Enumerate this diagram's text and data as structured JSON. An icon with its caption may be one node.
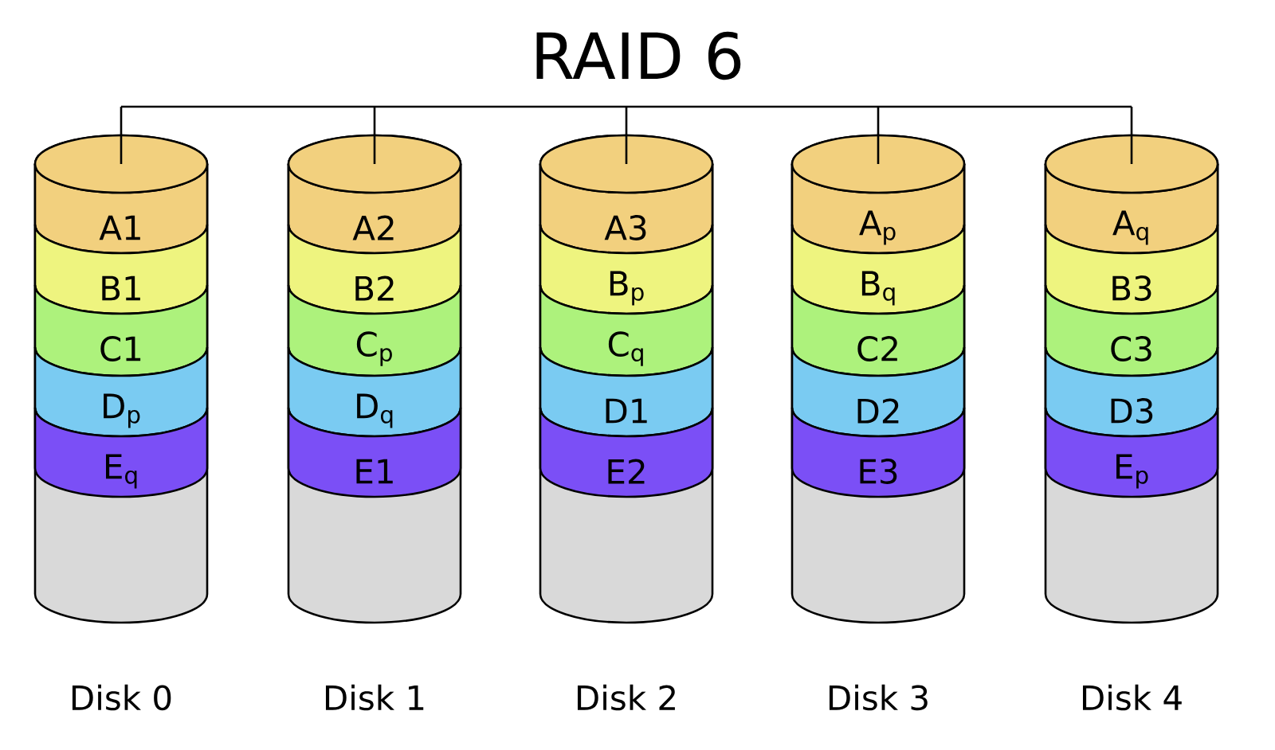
{
  "diagram": {
    "title": "RAID 6",
    "nodes": [
      {
        "text": [],
        "shape": "cylinder",
        "beside": [
          "Disk 0"
        ]
      },
      {
        "text": [
          "A1"
        ],
        "in": 0
      },
      {
        "text": [
          "B1"
        ],
        "in": 0
      },
      {
        "text": [
          "C1"
        ],
        "in": 0
      },
      {
        "text": [
          "D$_{p}$"
        ],
        "in": 0
      },
      {
        "text": [
          "E$_{q}$"
        ],
        "in": 0
      },
      {
        "text": [],
        "shape": "cylinder",
        "beside": [
          "Disk 1"
        ]
      },
      {
        "text": [
          "A2"
        ],
        "in": 6
      },
      {
        "text": [
          "B2"
        ],
        "in": 6
      },
      {
        "text": [
          "C$_{p}$"
        ],
        "in": 6
      },
      {
        "text": [
          "D$_{q}$"
        ],
        "in": 6
      },
      {
        "text": [
          "E1"
        ],
        "in": 6
      },
      {
        "text": [],
        "shape": "cylinder",
        "beside": [
          "Disk 2"
        ]
      },
      {
        "text": [
          "A3"
        ],
        "in": 12
      },
      {
        "text": [
          "B$_{p}$"
        ],
        "in": 12
      },
      {
        "text": [
          "C$_{q}$"
        ],
        "in": 12
      },
      {
        "text": [
          "D1"
        ],
        "in": 12
      },
      {
        "text": [
          "E2"
        ],
        "in": 12
      },
      {
        "text": [],
        "shape": "cylinder",
        "beside": [
          "Disk 3"
        ]
      },
      {
        "text": [
          "A$_{p}$"
        ],
        "in": 18
      },
      {
        "text": [
          "B$_{q}$"
        ],
        "in": 18
      },
      {
        "text": [
          "C2"
        ],
        "in": 18
      },
      {
        "text": [
          "D2"
        ],
        "in": 18
      },
      {
        "text": [
          "E3"
        ],
        "in": 18
      },
      {
        "text": [],
        "shape": "cylinder",
        "beside": [
          "Disk 4"
        ]
      },
      {
        "text": [
          "A$_{q}$"
        ],
        "in": 24
      },
      {
        "text": [
          "B3"
        ],
        "in": 24
      },
      {
        "text": [
          "C3"
        ],
        "in": 24
      },
      {
        "text": [
          "D3"
        ],
        "in": 24
      },
      {
        "text": [
          "E$_{p}$"
        ],
        "in": 24
      }
    ],
    "edges": [
      {
        "from": null,
        "to": 0,
        "arrow": "none"
      },
      {
        "from": null,
        "to": 6,
        "arrow": "none"
      },
      {
        "from": null,
        "to": 12,
        "arrow": "none"
      },
      {
        "from": null,
        "to": 18,
        "arrow": "none"
      },
      {
        "from": null,
        "to": 24,
        "arrow": "none"
      }
    ]
  }
}
